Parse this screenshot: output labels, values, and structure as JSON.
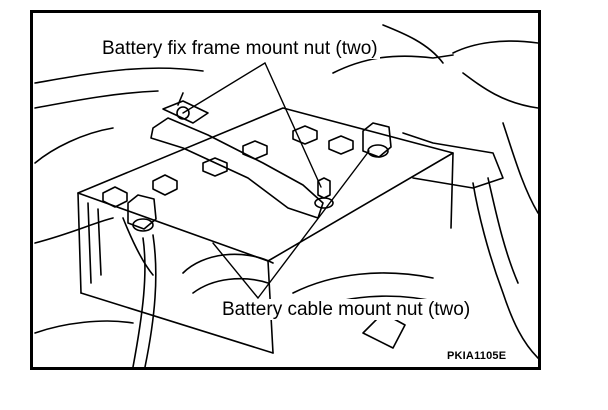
{
  "figure": {
    "callouts": {
      "fix_frame_nut": "Battery fix frame mount nut (two)",
      "cable_nut": "Battery cable mount nut (two)"
    },
    "figure_id": "PKIA1105E"
  },
  "colors": {
    "line": "#000000",
    "background": "#ffffff"
  }
}
